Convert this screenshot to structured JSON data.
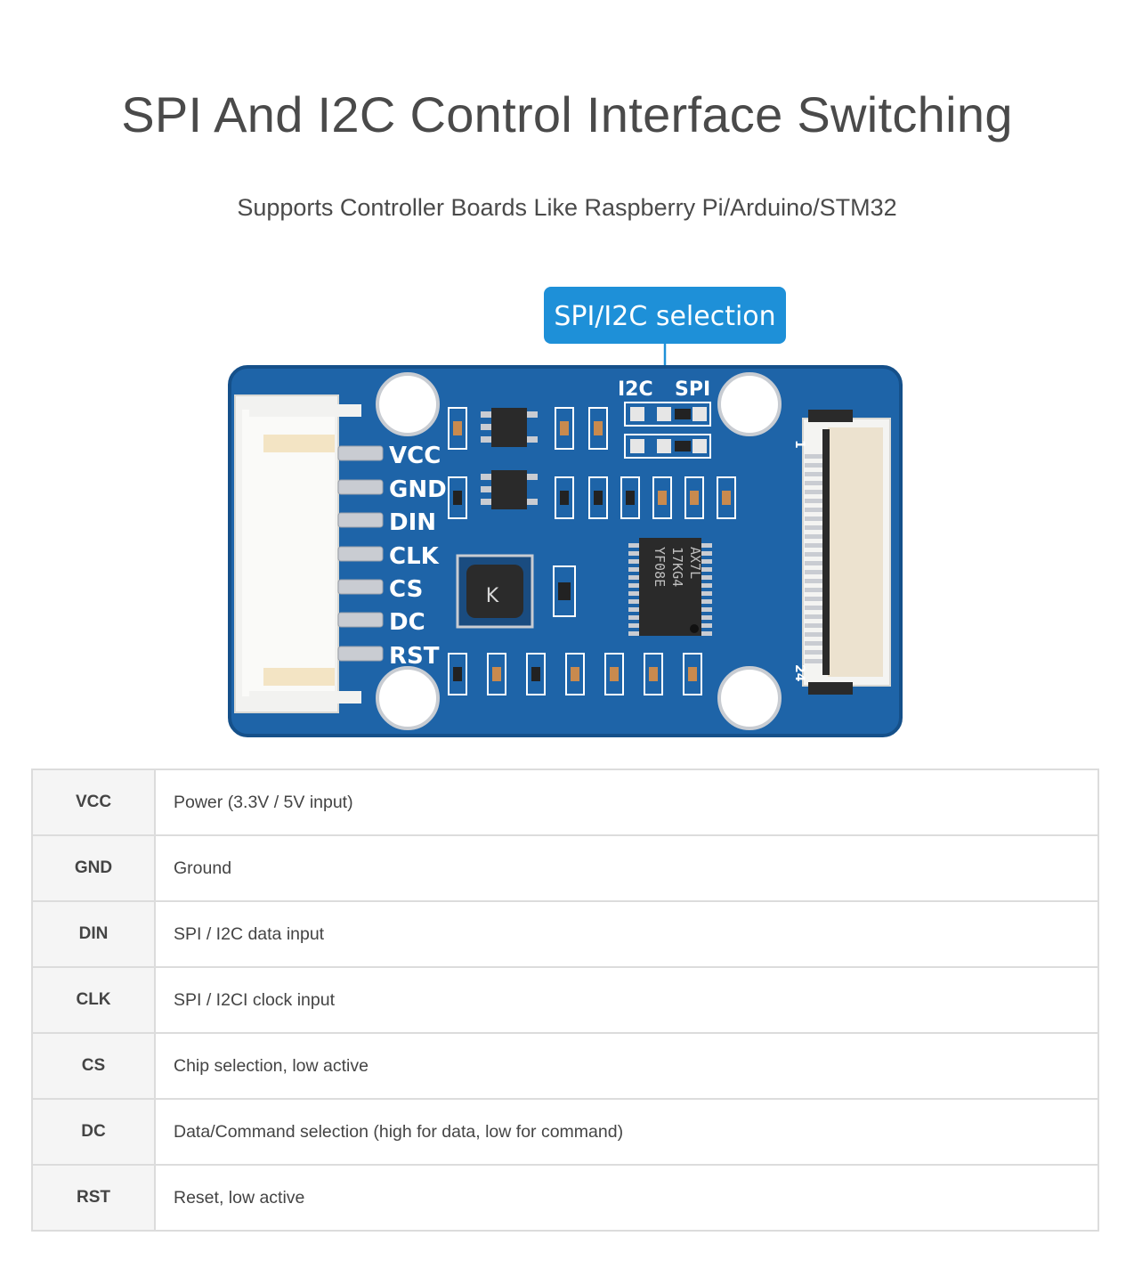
{
  "header": {
    "title": "SPI And I2C Control Interface Switching",
    "subtitle": "Supports Controller Boards Like Raspberry Pi/Arduino/STM32"
  },
  "board": {
    "callout": "SPI/I2C selection",
    "switch_labels": [
      "I2C",
      "SPI"
    ],
    "header_pins": [
      "VCC",
      "GND",
      "DIN",
      "CLK",
      "CS",
      "DC",
      "RST"
    ],
    "fpc_pin_first": "1",
    "fpc_pin_last": "24",
    "chip_marking": [
      "YF08E",
      "17KG4",
      "AX7L"
    ],
    "inductor_marking": "K",
    "pcb_color": "#1e64a8",
    "callout_color": "#1e90d8"
  },
  "pin_table": {
    "rows": [
      {
        "pin": "VCC",
        "description": "Power (3.3V / 5V input)"
      },
      {
        "pin": "GND",
        "description": "Ground"
      },
      {
        "pin": "DIN",
        "description": "SPI / I2C data input"
      },
      {
        "pin": "CLK",
        "description": "SPI / I2CI clock input"
      },
      {
        "pin": "CS",
        "description": "Chip selection, low active"
      },
      {
        "pin": "DC",
        "description": "Data/Command selection (high for data, low for command)"
      },
      {
        "pin": "RST",
        "description": "Reset, low active"
      }
    ]
  }
}
